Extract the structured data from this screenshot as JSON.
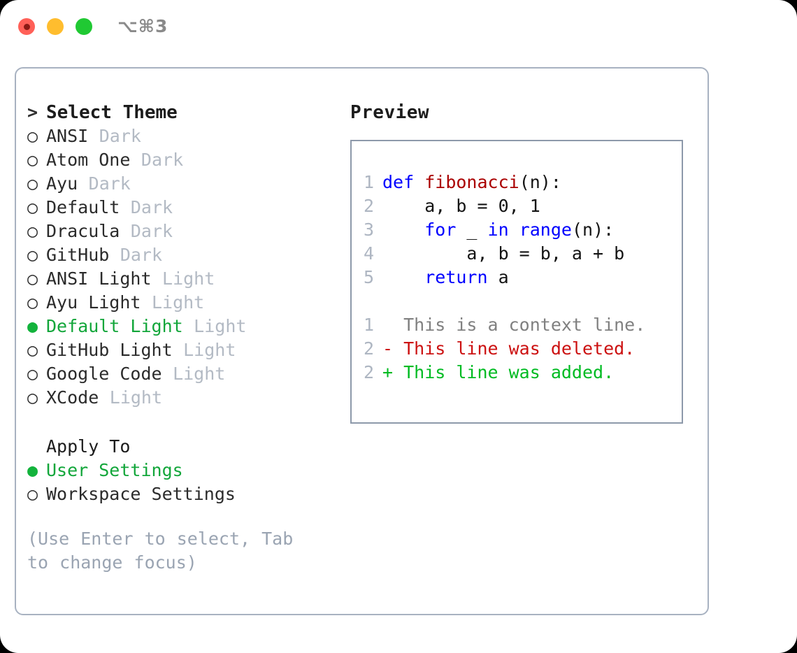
{
  "titlebar": {
    "shortcut": "⌥⌘3",
    "buttons": [
      {
        "name": "close",
        "color": "#ff6058"
      },
      {
        "name": "minimize",
        "color": "#ffbd2e"
      },
      {
        "name": "maximize",
        "color": "#20c933"
      }
    ]
  },
  "theme_picker": {
    "header_marker": ">",
    "header": "Select Theme",
    "markers": {
      "selected": "●",
      "unselected": "○"
    },
    "items": [
      {
        "marker": "○",
        "name": "ANSI",
        "category": "Dark",
        "selected": false
      },
      {
        "marker": "○",
        "name": "Atom One",
        "category": "Dark",
        "selected": false
      },
      {
        "marker": "○",
        "name": "Ayu",
        "category": "Dark",
        "selected": false
      },
      {
        "marker": "○",
        "name": "Default",
        "category": "Dark",
        "selected": false
      },
      {
        "marker": "○",
        "name": "Dracula",
        "category": "Dark",
        "selected": false
      },
      {
        "marker": "○",
        "name": "GitHub",
        "category": "Dark",
        "selected": false
      },
      {
        "marker": "○",
        "name": "ANSI Light",
        "category": "Light",
        "selected": false
      },
      {
        "marker": "○",
        "name": "Ayu Light",
        "category": "Light",
        "selected": false
      },
      {
        "marker": "●",
        "name": "Default Light",
        "category": "Light",
        "selected": true
      },
      {
        "marker": "○",
        "name": "GitHub Light",
        "category": "Light",
        "selected": false
      },
      {
        "marker": "○",
        "name": "Google Code",
        "category": "Light",
        "selected": false
      },
      {
        "marker": "○",
        "name": "XCode",
        "category": "Light",
        "selected": false
      }
    ]
  },
  "apply_to": {
    "heading": "Apply To",
    "options": [
      {
        "marker": "●",
        "label": "User Settings",
        "selected": true
      },
      {
        "marker": "○",
        "label": "Workspace Settings",
        "selected": false
      }
    ]
  },
  "hint": "(Use Enter to select, Tab to change focus)",
  "preview": {
    "title": "Preview",
    "code_lines": [
      {
        "num": "1",
        "tokens": [
          {
            "t": "def",
            "c": "kw"
          },
          {
            "t": " ",
            "c": "ctext"
          },
          {
            "t": "fibonacci",
            "c": "fn"
          },
          {
            "t": "(n):",
            "c": "ctext"
          }
        ]
      },
      {
        "num": "2",
        "tokens": [
          {
            "t": "    a, b = 0, 1",
            "c": "ctext"
          }
        ]
      },
      {
        "num": "3",
        "tokens": [
          {
            "t": "    ",
            "c": "ctext"
          },
          {
            "t": "for",
            "c": "kw"
          },
          {
            "t": " _ ",
            "c": "ctext"
          },
          {
            "t": "in",
            "c": "kw"
          },
          {
            "t": " ",
            "c": "ctext"
          },
          {
            "t": "range",
            "c": "kw"
          },
          {
            "t": "(n):",
            "c": "ctext"
          }
        ]
      },
      {
        "num": "4",
        "tokens": [
          {
            "t": "        a, b = b, a + b",
            "c": "ctext"
          }
        ]
      },
      {
        "num": "5",
        "tokens": [
          {
            "t": "    ",
            "c": "ctext"
          },
          {
            "t": "return",
            "c": "kw"
          },
          {
            "t": " a",
            "c": "ctext"
          }
        ]
      }
    ],
    "diff_lines": [
      {
        "num": "1",
        "tokens": [
          {
            "t": "  This is a context line.",
            "c": "ctx"
          }
        ]
      },
      {
        "num": "2",
        "tokens": [
          {
            "t": "- This line was deleted.",
            "c": "del"
          }
        ]
      },
      {
        "num": "2",
        "tokens": [
          {
            "t": "+ This line was added.",
            "c": "add"
          }
        ]
      }
    ]
  },
  "colors": {
    "selected_green": "#12a63a",
    "diff_added": "#00bb22",
    "diff_deleted": "#cc1111",
    "keyword_blue": "#0000ff",
    "function_red": "#aa0000",
    "muted_gray": "#b3bac4",
    "hint_gray": "#9aa4b2",
    "border": "#a8b2c1"
  }
}
